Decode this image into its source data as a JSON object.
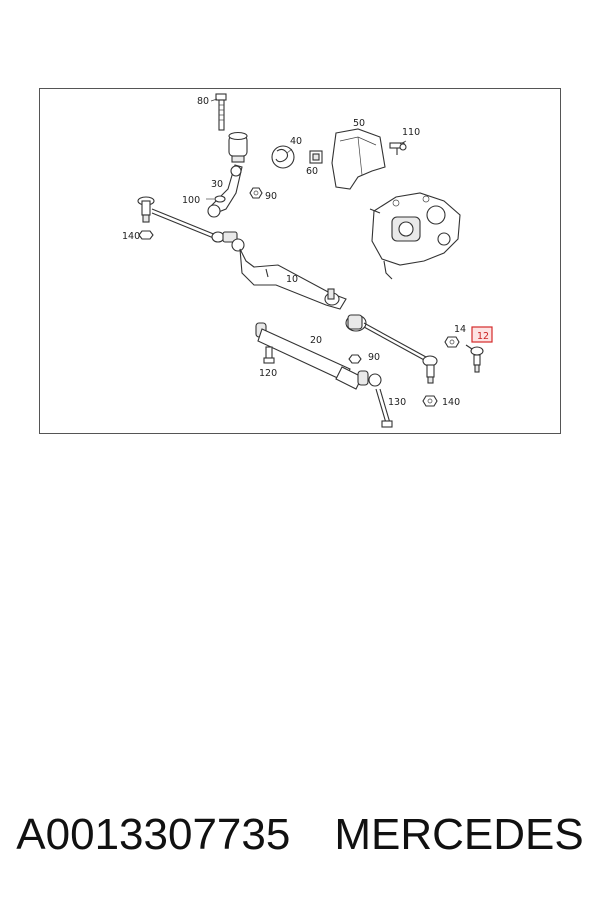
{
  "diagram": {
    "callouts": [
      {
        "id": "c80",
        "text": "80"
      },
      {
        "id": "c40",
        "text": "40"
      },
      {
        "id": "c50",
        "text": "50"
      },
      {
        "id": "c110",
        "text": "110"
      },
      {
        "id": "c60",
        "text": "60"
      },
      {
        "id": "c30",
        "text": "30"
      },
      {
        "id": "c100",
        "text": "100"
      },
      {
        "id": "c90a",
        "text": "90"
      },
      {
        "id": "c140a",
        "text": "140"
      },
      {
        "id": "c10",
        "text": "10"
      },
      {
        "id": "c20",
        "text": "20"
      },
      {
        "id": "c14",
        "text": "14"
      },
      {
        "id": "c12",
        "text": "12"
      },
      {
        "id": "c90b",
        "text": "90"
      },
      {
        "id": "c120",
        "text": "120"
      },
      {
        "id": "c130",
        "text": "130"
      },
      {
        "id": "c140b",
        "text": "140"
      }
    ],
    "highlighted_callout": "12",
    "highlight_color": "#d42a2a"
  },
  "caption": {
    "part_number": "A0013307735",
    "brand": "MERCEDES"
  }
}
